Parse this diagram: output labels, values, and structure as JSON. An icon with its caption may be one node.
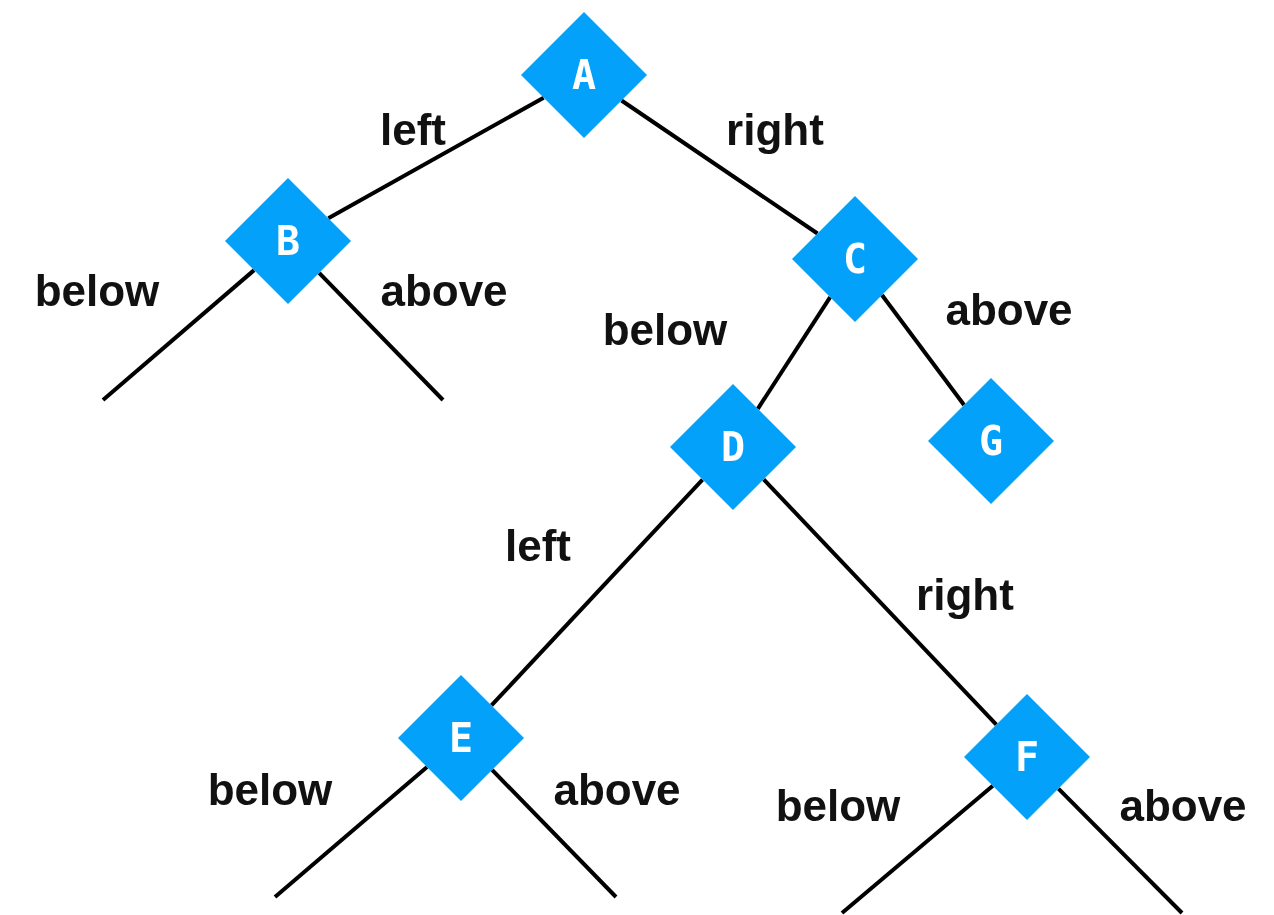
{
  "diagram": {
    "nodes": [
      {
        "text": [
          "A"
        ]
      },
      {
        "text": [
          "B"
        ]
      },
      {
        "text": [
          "C"
        ]
      },
      {
        "text": [
          "D"
        ]
      },
      {
        "text": [
          "G"
        ]
      },
      {
        "text": [
          "E"
        ]
      },
      {
        "text": [
          "F"
        ]
      }
    ],
    "edges": [
      {
        "from": 0,
        "to": 1,
        "arrow": "none",
        "label": "left"
      },
      {
        "from": 0,
        "to": 2,
        "arrow": "none",
        "label": "right"
      },
      {
        "from": 1,
        "to": null,
        "arrow": "none",
        "label": "below"
      },
      {
        "from": 1,
        "to": null,
        "arrow": "none",
        "label": "above"
      },
      {
        "from": 2,
        "to": 3,
        "arrow": "none",
        "label": "below"
      },
      {
        "from": 2,
        "to": 4,
        "arrow": "none",
        "label": "above"
      },
      {
        "from": 3,
        "to": 5,
        "arrow": "none",
        "label": "left"
      },
      {
        "from": 3,
        "to": 6,
        "arrow": "none",
        "label": "right"
      },
      {
        "from": 5,
        "to": null,
        "arrow": "none",
        "label": "below"
      },
      {
        "from": 5,
        "to": null,
        "arrow": "none",
        "label": "above"
      },
      {
        "from": 6,
        "to": null,
        "arrow": "none",
        "label": "below"
      },
      {
        "from": 6,
        "to": null,
        "arrow": "none",
        "label": "above"
      }
    ]
  }
}
